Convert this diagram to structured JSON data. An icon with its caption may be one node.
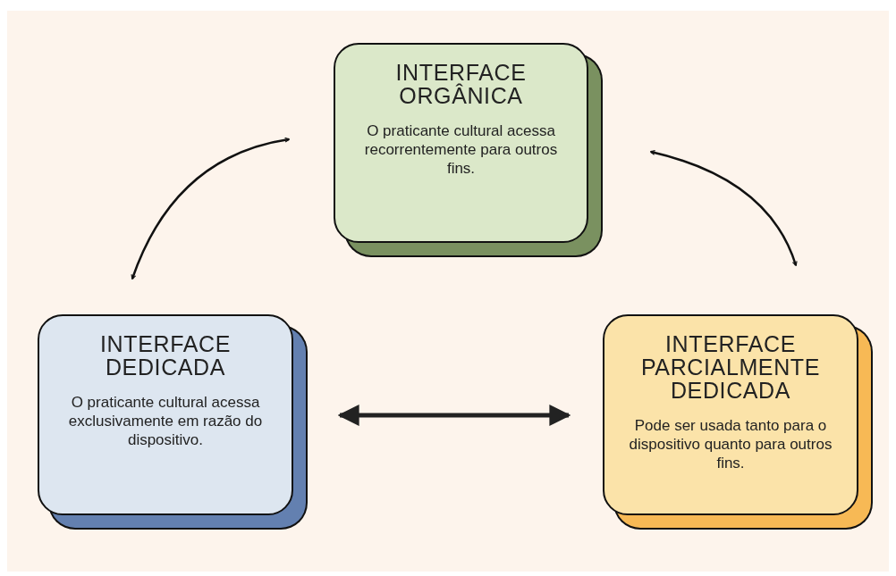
{
  "diagram": {
    "nodes": [
      {
        "text": [
          "INTERFACE ORGÂNICA",
          "O praticante cultural acessa recorrentemente para outros fins."
        ]
      },
      {
        "text": [
          "INTERFACE DEDICADA",
          "O praticante cultural acessa exclusivamente em razão do dispositivo."
        ]
      },
      {
        "text": [
          "INTERFACE PARCIALMENTE DEDICADA",
          "Pode ser usada tanto para o dispositivo quanto para outros fins."
        ]
      }
    ],
    "edges": [
      {
        "from": 0,
        "to": 1,
        "arrow": "both"
      },
      {
        "from": 0,
        "to": 2,
        "arrow": "both"
      },
      {
        "from": 1,
        "to": 2,
        "arrow": "both",
        "style": "thick"
      }
    ]
  }
}
